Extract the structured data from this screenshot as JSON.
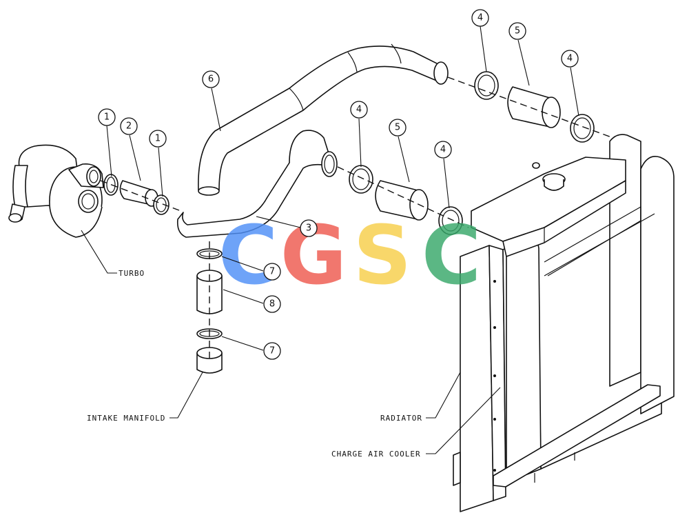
{
  "labels": {
    "turbo": "TURBO",
    "intake_manifold": "INTAKE MANIFOLD",
    "radiator": "RADIATOR",
    "charge_air_cooler": "CHARGE AIR COOLER"
  },
  "balloons": [
    {
      "id": "b1a",
      "text": "1"
    },
    {
      "id": "b2",
      "text": "2"
    },
    {
      "id": "b1b",
      "text": "1"
    },
    {
      "id": "b6",
      "text": "6"
    },
    {
      "id": "b4a",
      "text": "4"
    },
    {
      "id": "b5a",
      "text": "5"
    },
    {
      "id": "b4b",
      "text": "4"
    },
    {
      "id": "b4c",
      "text": "4"
    },
    {
      "id": "b5b",
      "text": "5"
    },
    {
      "id": "b4d",
      "text": "4"
    },
    {
      "id": "b3",
      "text": "3"
    },
    {
      "id": "b7a",
      "text": "7"
    },
    {
      "id": "b8",
      "text": "8"
    },
    {
      "id": "b7b",
      "text": "7"
    }
  ],
  "watermark": {
    "letters": [
      "C",
      "G",
      "S",
      "C"
    ],
    "colors": [
      "#4f8ff7",
      "#ef5a4f",
      "#f7cf4a",
      "#38a86a"
    ]
  },
  "colors": {
    "line": "#111111",
    "balloon_3": "#d9362b"
  }
}
